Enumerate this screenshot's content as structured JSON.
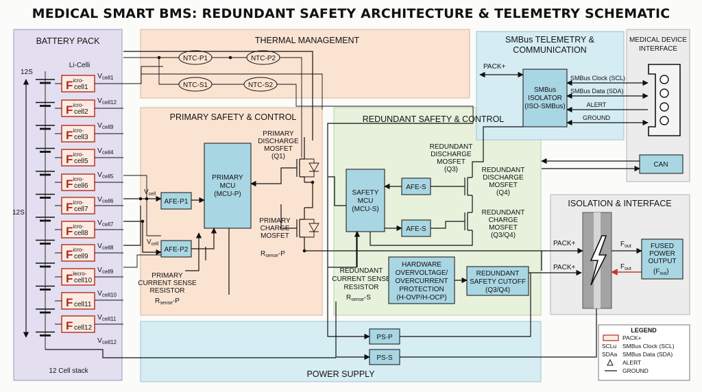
{
  "title": "MEDICAL SMART BMS: REDUNDANT SAFETY ARCHITECTURE & TELEMETRY SCHEMATIC",
  "regions": {
    "battery_pack": "BATTERY PACK",
    "thermal": "THERMAL MANAGEMENT",
    "smbus_line1": "SMBus TELEMETRY &",
    "smbus_line2": "COMMUNICATION",
    "medical_line1": "MEDICAL DEVICE",
    "medical_line2": "INTERFACE",
    "primary": "PRIMARY SAFETY & CONTROL",
    "redundant": "REDUNDANT SAFETY & CONTROL",
    "isolation": "ISOLATION & INTERFACE",
    "power_supply": "POWER SUPPLY"
  },
  "battery": {
    "li_cells": "Li-Celli",
    "series_top": "12S",
    "series_mid": "12S",
    "stack": "12 Cell stack",
    "cells": [
      {
        "big": "F",
        "sup": "icro-",
        "sub": "cell1"
      },
      {
        "big": "F",
        "sup": "icro-",
        "sub": "cell2"
      },
      {
        "big": "F",
        "sup": "icro-",
        "sub": "cell3"
      },
      {
        "big": "F",
        "sup": "icro-",
        "sub": "cell5"
      },
      {
        "big": "F",
        "sup": "icro-",
        "sub": "cell6"
      },
      {
        "big": "F",
        "sup": "icro-",
        "sub": "cell7"
      },
      {
        "big": "F",
        "sup": "icro-",
        "sub": "cell8"
      },
      {
        "big": "F",
        "sup": "icro-",
        "sub": "cell9"
      },
      {
        "big": "F",
        "sup": "lecro-",
        "sub": "cell10"
      },
      {
        "big": "F",
        "sup": "",
        "sub": "cell11"
      },
      {
        "big": "F",
        "sup": "",
        "sub": "cell12"
      }
    ],
    "vcells": [
      {
        "v": "V",
        "sub": "cell1"
      },
      {
        "v": "V",
        "sub": "cell12"
      },
      {
        "v": "V",
        "sub": "cell9"
      },
      {
        "v": "V",
        "sub": "cell4"
      },
      {
        "v": "V",
        "sub": "cell5"
      },
      {
        "v": "V",
        "sub": "cell6"
      },
      {
        "v": "V",
        "sub": "cell7"
      },
      {
        "v": "V",
        "sub": "cell8"
      },
      {
        "v": "V",
        "sub": "cell9"
      },
      {
        "v": "V",
        "sub": "cell10"
      },
      {
        "v": "V",
        "sub": "cell11"
      },
      {
        "v": "V",
        "sub": "cell12"
      }
    ]
  },
  "thermal": {
    "ntc_p1": "NTC-P1",
    "ntc_p2": "NTC-P2",
    "ntc_s1": "NTC-S1",
    "ntc_s2": "NTC-S2"
  },
  "primary": {
    "vcell_top": {
      "v": "V",
      "sub": "cell"
    },
    "vcell_bottom": {
      "v": "V",
      "sub": "cell"
    },
    "afe_p1": "AFE-P1",
    "afe_p2": "AFE-P2",
    "mcu": [
      "PRIMARY",
      "MCU",
      "(MCU-P)"
    ],
    "discharge": [
      "PRIMARY",
      "DISCHARGE",
      "MOSFET",
      "(Q1)"
    ],
    "charge": [
      "PRIMARY",
      "CHARGE",
      "MOSFET"
    ],
    "rsense_label": {
      "r": "R",
      "sub": "sense",
      "suffix": "-P"
    },
    "current_sense": [
      "PRIMARY",
      "CURRENT SENSE",
      "RESISTOR"
    ],
    "current_sense_r": {
      "r": "R",
      "sub": "sense",
      "suffix": "-P"
    }
  },
  "redundant": {
    "afe_s_top": "AFE-S",
    "afe_s_bottom": "AFE-S",
    "mcu": [
      "SAFETY",
      "MCU",
      "(MCU-S)"
    ],
    "discharge_q3": [
      "REDUNDANT",
      "DISCHARGE",
      "MOSFET",
      "(Q3)"
    ],
    "discharge_q4": [
      "REDUNDANT",
      "DISCHARGE",
      "MOSFET",
      "(Q4)"
    ],
    "charge_q3q4": [
      "REDUNDANT",
      "CHARGE",
      "MOSFET",
      "(Q3/Q4)"
    ],
    "current_sense": [
      "REDUNDANT",
      "CURRENT SENSE",
      "RESISTOR"
    ],
    "current_sense_r": {
      "r": "R",
      "sub": "sense",
      "suffix": "-S"
    },
    "hw_protection": [
      "HARDWARE",
      "OVERVOLTAGE/",
      "OVERCURRENT",
      "PROTECTION",
      "(H-OVP/H-OCP)"
    ],
    "cutoff": [
      "REDUNDANT",
      "SAFETY CUTOFF",
      "(Q3/Q4)"
    ]
  },
  "smbus": {
    "pack_plus": "PACK+",
    "isolator": [
      "SMBus",
      "ISOLATOR",
      "(ISO-SMBus)"
    ],
    "scl": "SMBus Clock (SCL)",
    "sda": "SMBus Data (SDA)",
    "alert": "ALERT",
    "ground": "GROUND"
  },
  "medical": {
    "can": "CAN"
  },
  "isolation": {
    "pack_plus_1": "PACK+",
    "pack_plus_2": "PACK+",
    "fout_1": {
      "f": "F",
      "sub": "out"
    },
    "fout_2": {
      "f": "F",
      "sub": "out"
    },
    "fused": [
      "FUSED",
      "POWER",
      "OUTPUT"
    ],
    "fused_f": {
      "f": "F",
      "sub": "out"
    }
  },
  "power": {
    "ps_p": "PS-P",
    "ps_s": "PS-S"
  },
  "legend": {
    "title": "LEGEND",
    "items": [
      {
        "key": "",
        "text": "PACK+"
      },
      {
        "key": "SCLu",
        "text": "SMBus Clock (SCL)"
      },
      {
        "key": "SDAa",
        "text": "SMBus Data (SDA)"
      },
      {
        "key": "",
        "text": "ALERT"
      },
      {
        "key": "",
        "text": "GROUND"
      }
    ]
  },
  "colors": {
    "battery_bg": "#e3dff0",
    "thermal_bg": "#fbe3d2",
    "primary_bg": "#fbe3d2",
    "redundant_bg": "#e7f1dc",
    "smbus_bg": "#d5ecf3",
    "medical_bg": "#ececec",
    "isolation_bg": "#ececec",
    "power_bg": "#d6edf3",
    "block_fill": "#a9d6e3",
    "cell_border": "#b22a1a",
    "pack_arrow": "#c0392b"
  }
}
